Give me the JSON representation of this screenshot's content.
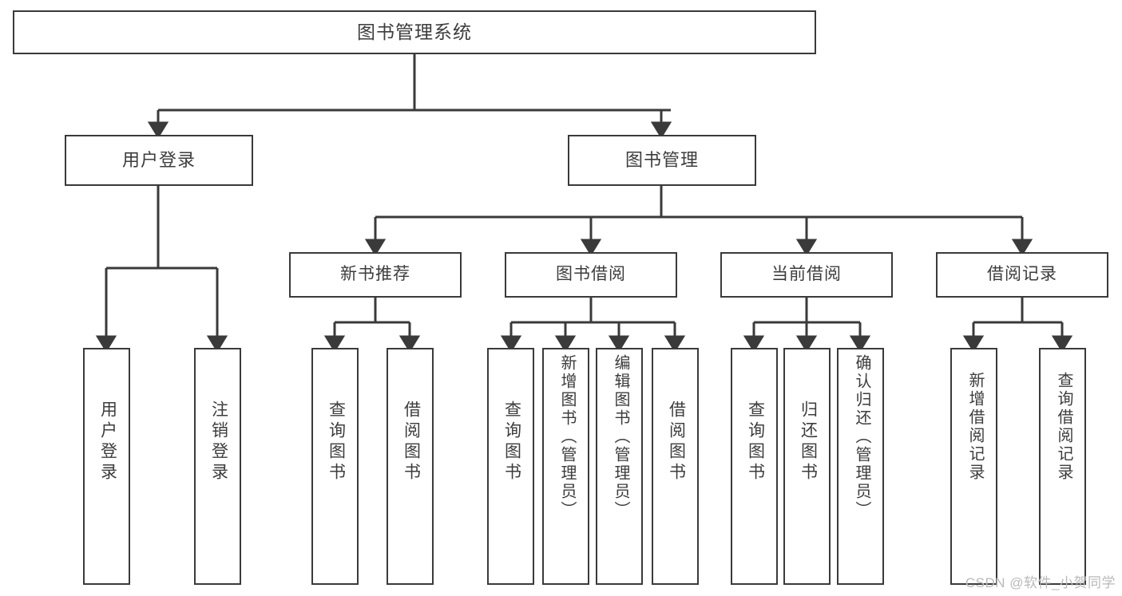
{
  "diagram": {
    "title": "图书管理系统",
    "type": "tree-hierarchy-chart",
    "root": {
      "label": "图书管理系统"
    },
    "level2": [
      {
        "label": "用户登录"
      },
      {
        "label": "图书管理"
      }
    ],
    "level3": [
      {
        "label": "新书推荐"
      },
      {
        "label": "图书借阅"
      },
      {
        "label": "当前借阅"
      },
      {
        "label": "借阅记录"
      }
    ],
    "leaves": [
      {
        "label": "用户登录",
        "parent": "用户登录"
      },
      {
        "label": "注销登录",
        "parent": "用户登录"
      },
      {
        "label": "查询图书",
        "parent": "新书推荐"
      },
      {
        "label": "借阅图书",
        "parent": "新书推荐"
      },
      {
        "label": "查询图书",
        "parent": "图书借阅"
      },
      {
        "label": "新增图书（管理员）",
        "parent": "图书借阅"
      },
      {
        "label": "编辑图书（管理员）",
        "parent": "图书借阅"
      },
      {
        "label": "借阅图书",
        "parent": "图书借阅"
      },
      {
        "label": "查询图书",
        "parent": "当前借阅"
      },
      {
        "label": "归还图书",
        "parent": "当前借阅"
      },
      {
        "label": "确认归还（管理员）",
        "parent": "当前借阅"
      },
      {
        "label": "新增借阅记录",
        "parent": "借阅记录"
      },
      {
        "label": "查询借阅记录",
        "parent": "借阅记录"
      }
    ]
  },
  "watermark": {
    "text": "CSDN @软件_小贺同学"
  },
  "colors": {
    "border": "#3a3a3a",
    "text": "#3c3c3c",
    "background": "#ffffff",
    "watermark": "#b9b9b9"
  }
}
